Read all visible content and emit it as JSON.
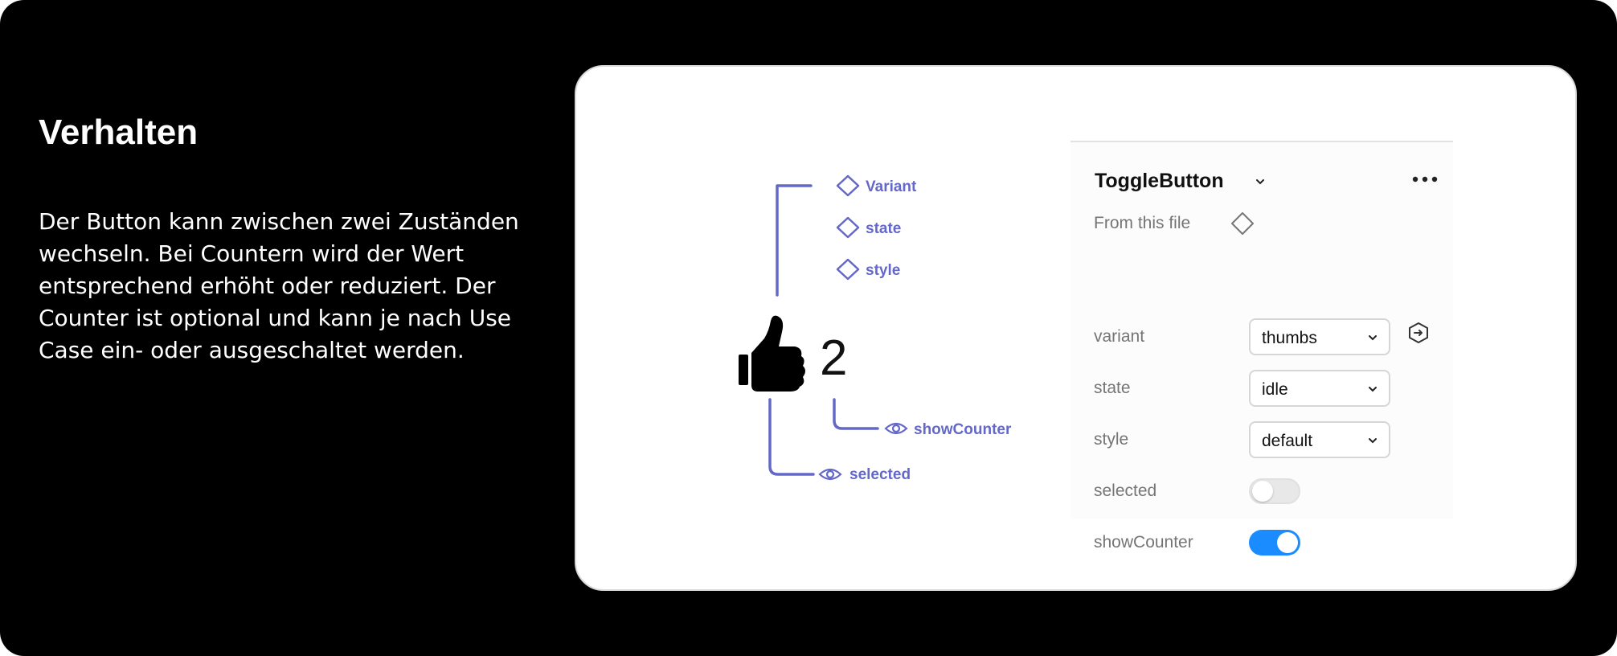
{
  "slide": {
    "heading": "Verhalten",
    "description": "Der Button kann zwischen zwei Zuständen wechseln. Bei Countern wird der Wert entsprechend erhöht oder reduziert. Der Counter ist optional und kann je nach Use Case ein- oder ausgeschaltet werden."
  },
  "diagram": {
    "variant_label": "Variant",
    "state_label": "state",
    "style_label": "style",
    "counter_value": "2",
    "show_counter_label": "showCounter",
    "selected_label": "selected",
    "accent_color": "#6468c8",
    "thumb_icon": "thumbs-up-icon"
  },
  "panel": {
    "title": "ToggleButton",
    "source": "From this file",
    "rows": {
      "variant": {
        "label": "variant",
        "value": "thumbs"
      },
      "state": {
        "label": "state",
        "value": "idle"
      },
      "style": {
        "label": "style",
        "value": "default"
      },
      "selected": {
        "label": "selected",
        "on": false
      },
      "show_counter": {
        "label": "showCounter",
        "on": true
      }
    },
    "toggle_on_color": "#1a8cff"
  }
}
